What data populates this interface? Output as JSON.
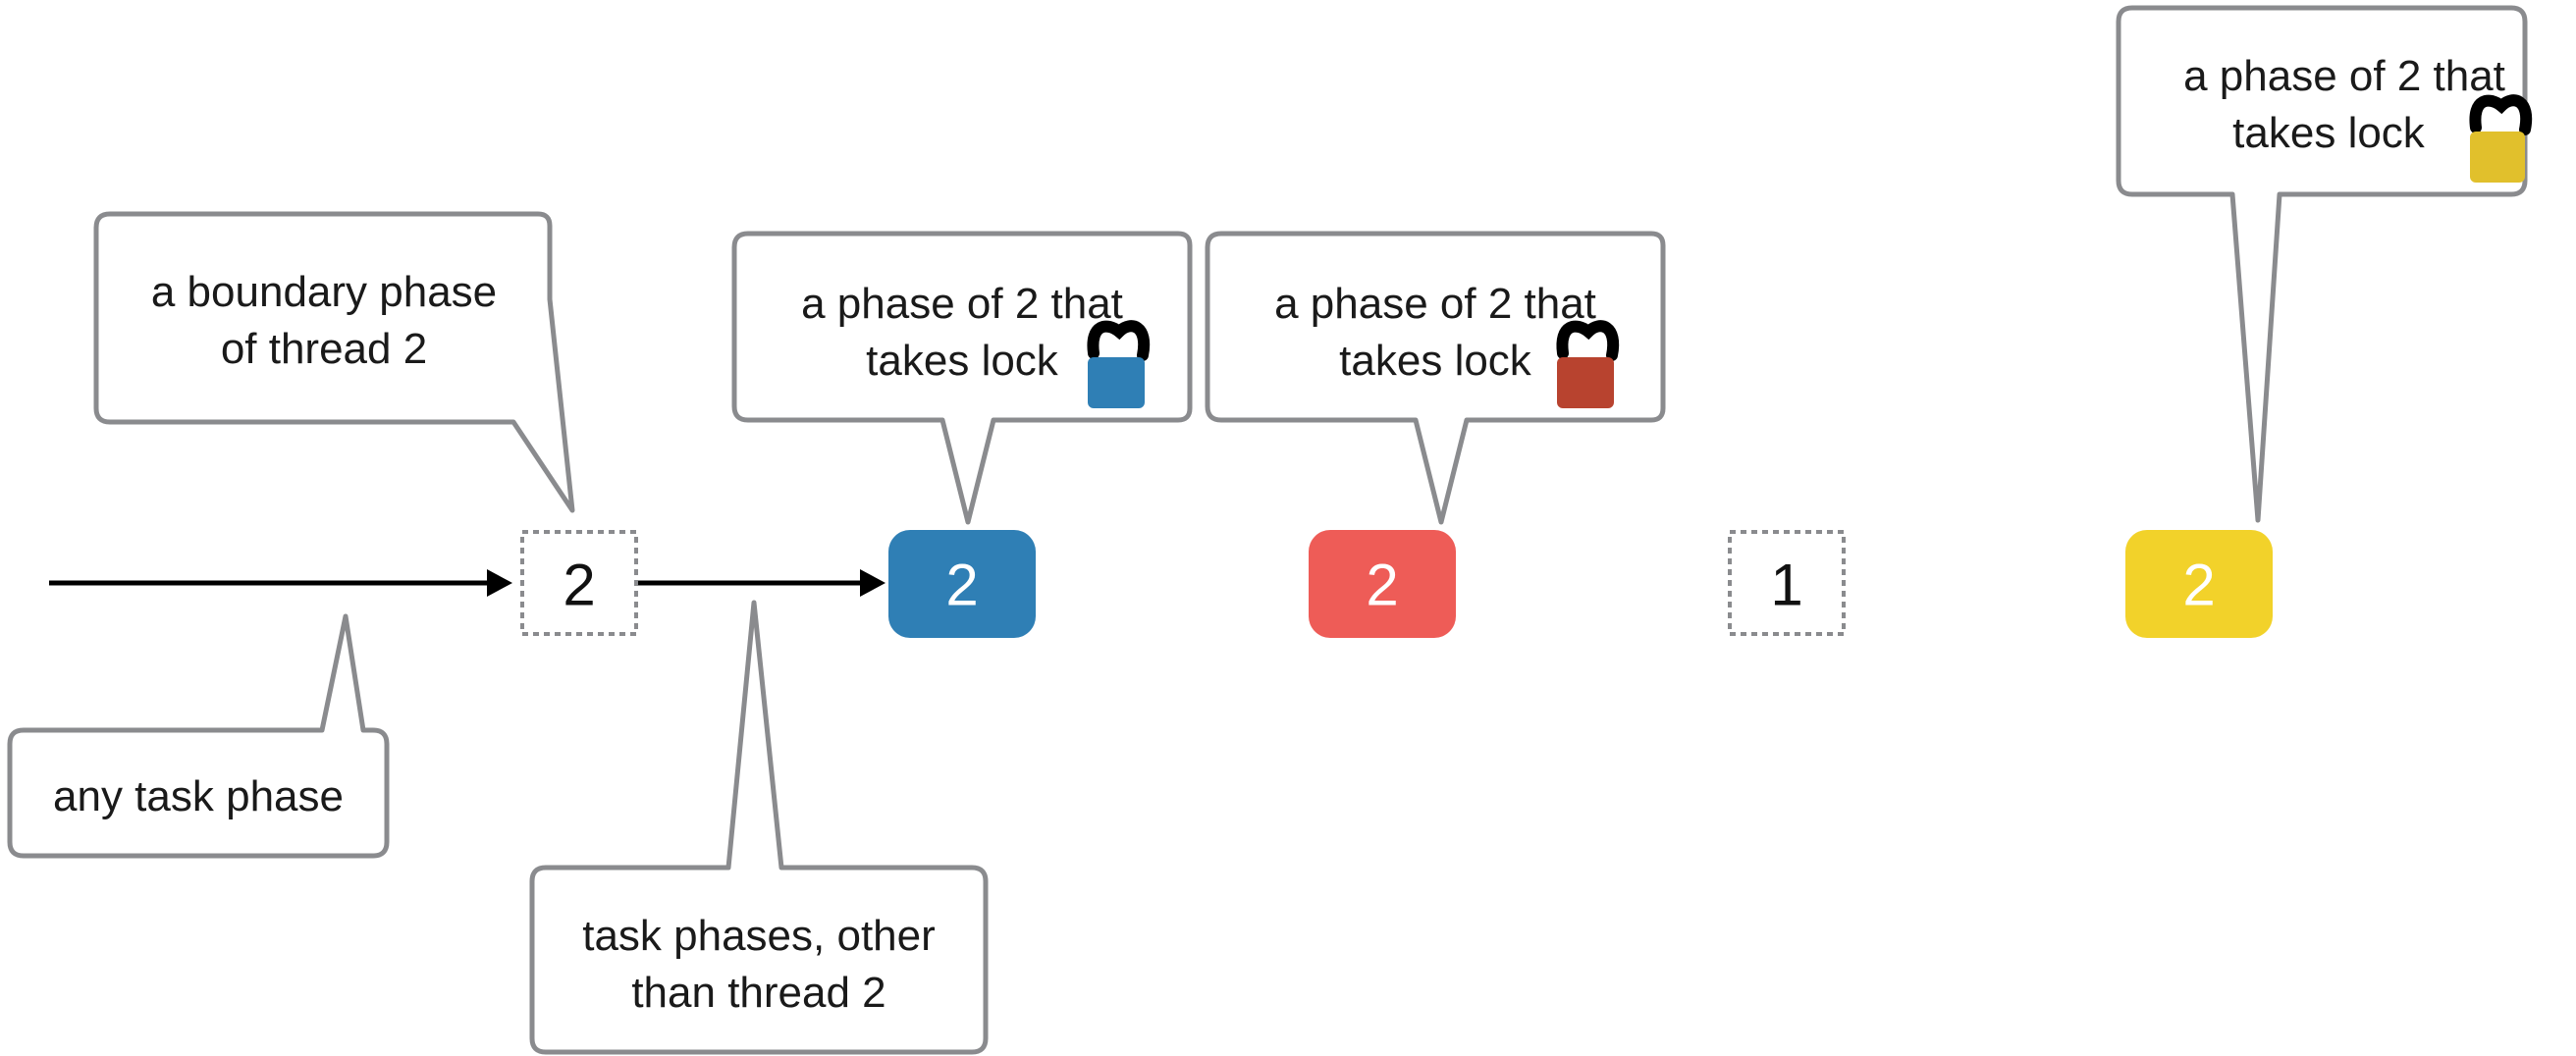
{
  "nodes": [
    {
      "id": "boundary-2",
      "label": "2",
      "style": "dashed"
    },
    {
      "id": "lock-blue-2",
      "label": "2",
      "style": "filled",
      "color": "#2f7fb5"
    },
    {
      "id": "lock-red-2",
      "label": "2",
      "style": "filled",
      "color": "#ee5c57"
    },
    {
      "id": "boundary-1",
      "label": "1",
      "style": "dashed"
    },
    {
      "id": "lock-yellow-2",
      "label": "2",
      "style": "filled",
      "color": "#f2d22a"
    }
  ],
  "callouts": {
    "boundary": {
      "line1": "a boundary phase",
      "line2": "of thread 2"
    },
    "any_task": {
      "line1": "any task phase"
    },
    "other_tasks": {
      "line1": "task phases, other",
      "line2": "than thread 2"
    },
    "lock_blue": {
      "line1": "a phase of 2 that",
      "line2": "takes lock",
      "lock_color": "#2f7fb5"
    },
    "lock_red": {
      "line1": "a phase of 2 that",
      "line2": "takes lock",
      "lock_color": "#b8432f"
    },
    "lock_yellow": {
      "line1": "a phase of 2 that",
      "line2": "takes lock",
      "lock_color": "#e1c02c"
    }
  },
  "colors": {
    "outline": "#8a8b8e",
    "arrow": "#000000",
    "blue": "#2f7fb5",
    "red": "#ee5c57",
    "yellow": "#f2d22a"
  }
}
